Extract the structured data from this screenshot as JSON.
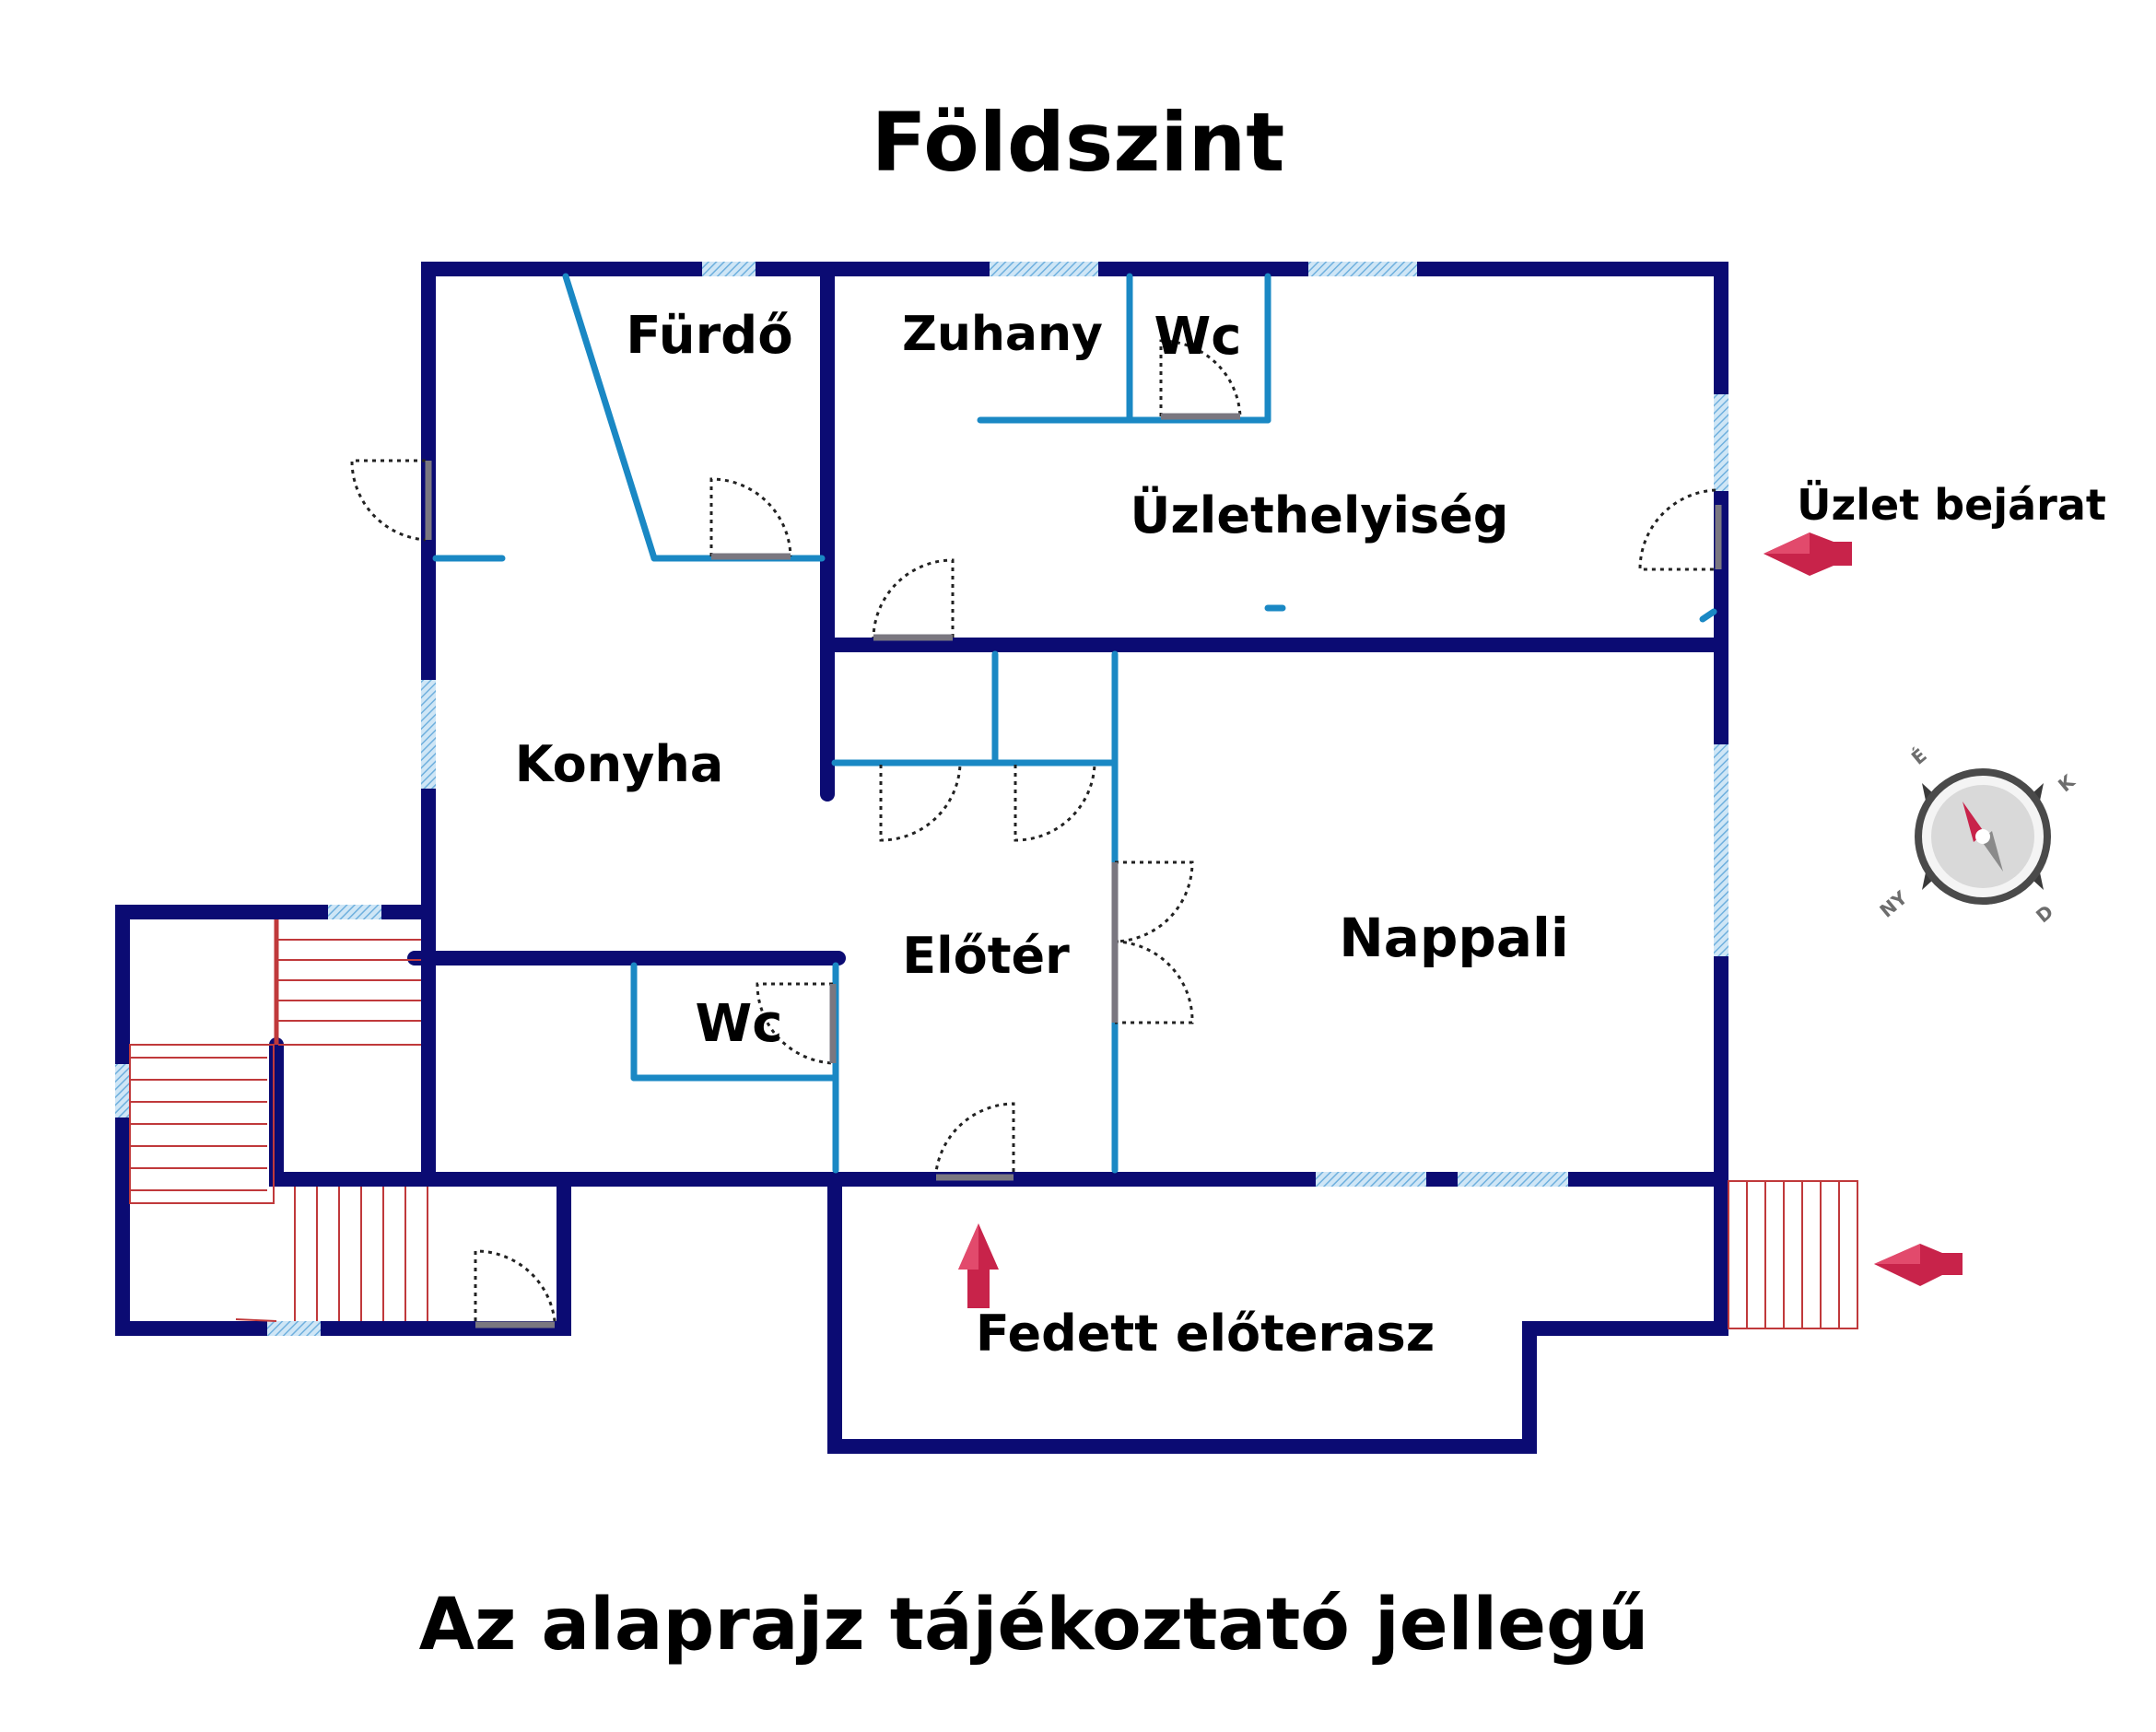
{
  "title": "Földszint",
  "footer": "Az alaprajz tájékoztató jellegű",
  "rooms": {
    "furdo": "Fürdő",
    "zuhany": "Zuhany",
    "wc_top": "Wc",
    "uzlethelyiseg": "Üzlethelyiség",
    "konyha": "Konyha",
    "eloter": "Előtér",
    "wc_bottom": "Wc",
    "nappali": "Nappali",
    "terasz": "Fedett előterasz"
  },
  "entrance_label": "Üzlet bejárat",
  "compass": {
    "north": "É",
    "east": "K",
    "south": "D",
    "west": "NY"
  },
  "colors": {
    "outer_wall": "#0b0b73",
    "inner_wall": "#1a88c4",
    "stairs": "#c0393b",
    "arrow": "#c8234a",
    "window": "#8ec6ea"
  }
}
